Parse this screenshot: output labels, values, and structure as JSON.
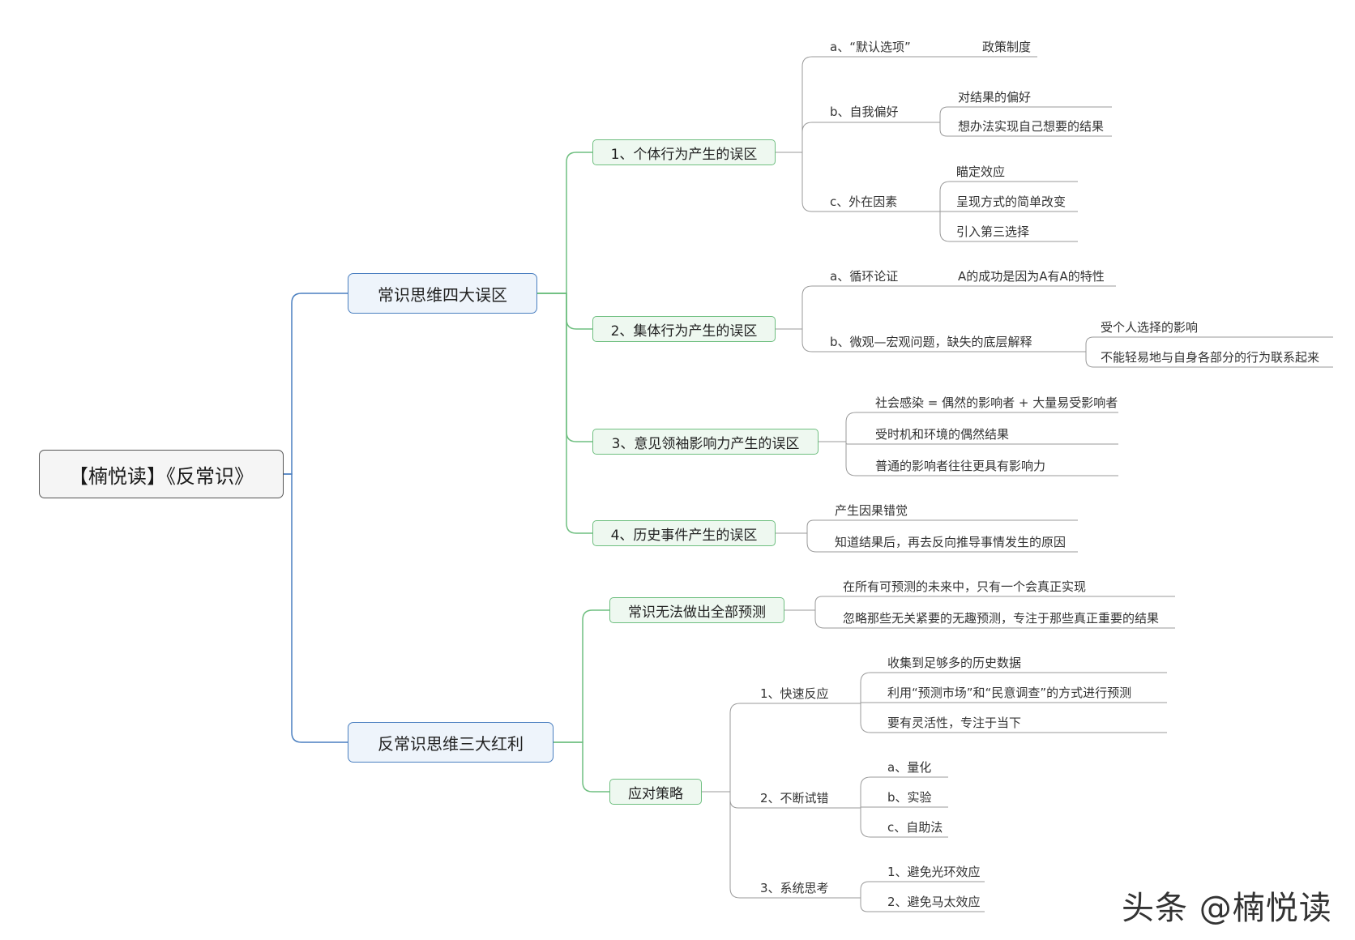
{
  "root": "【楠悦读】《反常识》",
  "colors": {
    "main_line": "#4a7fc0",
    "sub_line": "#6fbf80",
    "leaf_line": "#9a9a9a"
  },
  "watermark": "头条 @楠悦读",
  "branches": [
    {
      "label": "常识思维四大误区",
      "children": [
        {
          "label": "1、个体行为产生的误区",
          "children": [
            {
              "label": "a、“默认选项”",
              "children": [
                "政策制度"
              ]
            },
            {
              "label": "b、自我偏好",
              "children": [
                "对结果的偏好",
                "想办法实现自己想要的结果"
              ]
            },
            {
              "label": "c、外在因素",
              "children": [
                "瞄定效应",
                "呈现方式的简单改变",
                "引入第三选择"
              ]
            }
          ]
        },
        {
          "label": "2、集体行为产生的误区",
          "children": [
            {
              "label": "a、循环论证",
              "children": [
                "A的成功是因为A有A的特性"
              ]
            },
            {
              "label": "b、微观—宏观问题，缺失的底层解释",
              "children": [
                "受个人选择的影响",
                "不能轻易地与自身各部分的行为联系起来"
              ]
            }
          ]
        },
        {
          "label": "3、意见领袖影响力产生的误区",
          "children": [
            "社会感染 = 偶然的影响者 + 大量易受影响者",
            "受时机和环境的偶然结果",
            "普通的影响者往往更具有影响力"
          ]
        },
        {
          "label": "4、历史事件产生的误区",
          "children": [
            "产生因果错觉",
            "知道结果后，再去反向推导事情发生的原因"
          ]
        }
      ]
    },
    {
      "label": "反常识思维三大红利",
      "children": [
        {
          "label": "常识无法做出全部预测",
          "children": [
            "在所有可预测的未来中，只有一个会真正实现",
            "忽略那些无关紧要的无趣预测，专注于那些真正重要的结果"
          ]
        },
        {
          "label": "应对策略",
          "children": [
            {
              "label": "1、快速反应",
              "children": [
                "收集到足够多的历史数据",
                "利用“预测市场”和“民意调查”的方式进行预测",
                "要有灵活性，专注于当下"
              ]
            },
            {
              "label": "2、不断试错",
              "children": [
                "a、量化",
                "b、实验",
                "c、自助法"
              ]
            },
            {
              "label": "3、系统思考",
              "children": [
                "1、避免光环效应",
                "2、避免马太效应"
              ]
            }
          ]
        }
      ]
    }
  ]
}
